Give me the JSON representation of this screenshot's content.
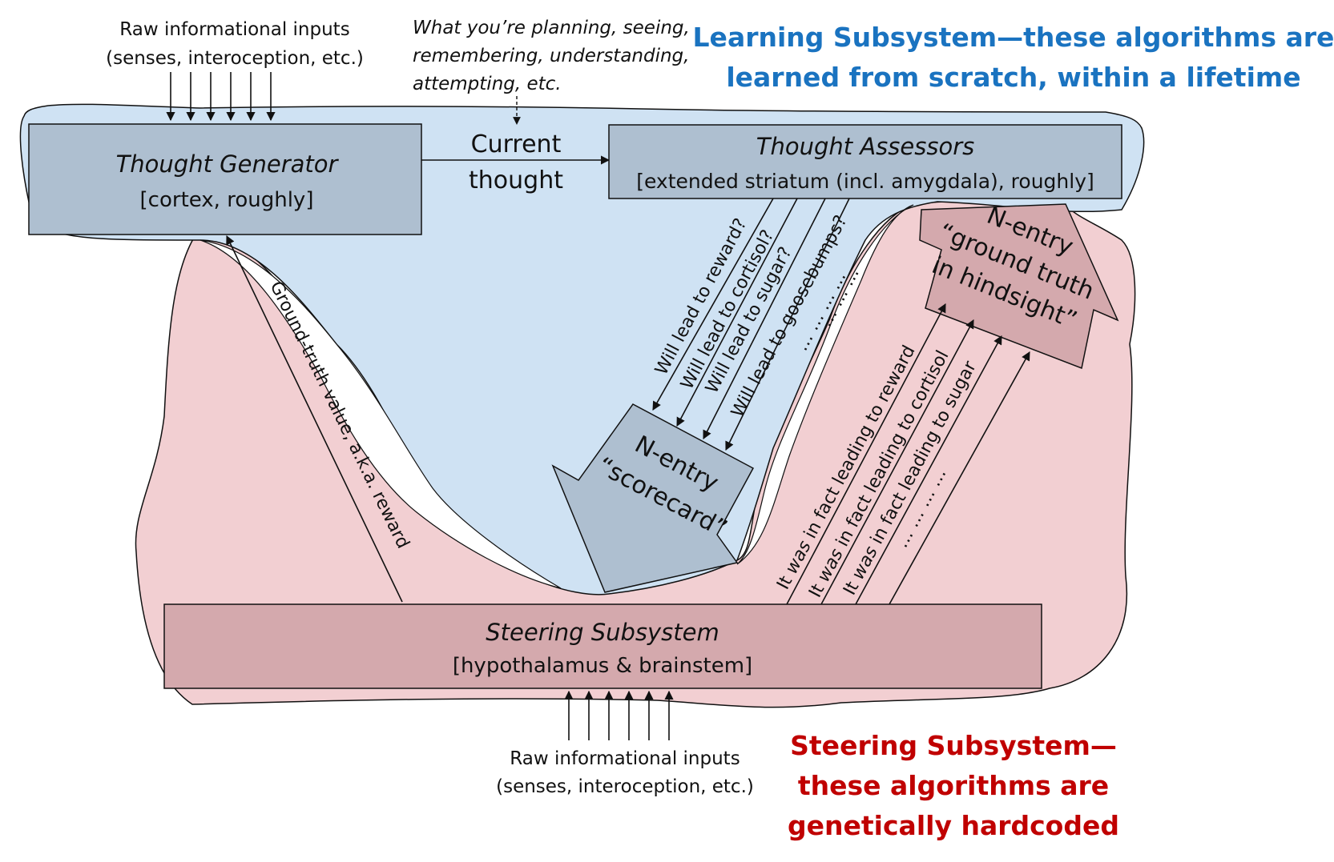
{
  "learning_caption": {
    "line1": "Learning Subsystem—these algorithms are",
    "line2": "learned from scratch, within a lifetime"
  },
  "steering_caption": {
    "line1": "Steering Subsystem—",
    "line2": "these algorithms are",
    "line3": "genetically hardcoded"
  },
  "top_inputs": {
    "line1": "Raw informational inputs",
    "line2": "(senses, interoception, etc.)"
  },
  "bottom_inputs": {
    "line1": "Raw informational inputs",
    "line2": "(senses, interoception, etc.)"
  },
  "context_note": {
    "line1": "What you’re planning, seeing,",
    "line2": "remembering, understanding,",
    "line3": "attempting, etc."
  },
  "thought_generator": {
    "title": "Thought Generator",
    "subtitle": "[cortex, roughly]"
  },
  "current_thought": {
    "line1": "Current",
    "line2": "thought"
  },
  "thought_assessors": {
    "title": "Thought Assessors",
    "subtitle": "[extended striatum (incl. amygdala), roughly]"
  },
  "assessor_outputs": [
    "Will lead to reward?",
    "Will lead to cortisol?",
    "Will lead to sugar?",
    "Will lead to goosebumps?",
    "…   …   …   …",
    "…   …   …"
  ],
  "scorecard": {
    "line1": "N-entry",
    "line2": "“scorecard”"
  },
  "ground_truth": {
    "line1": "N-entry",
    "line2": "“ground truth",
    "line3": "in hindsight”"
  },
  "reward_arrow_label": "Ground-truth value, a.k.a. reward",
  "steering_outputs": [
    {
      "prefix": "It ",
      "emph": "was",
      "suffix": " in fact leading to reward"
    },
    {
      "prefix": "It ",
      "emph": "was",
      "suffix": " in fact leading to cortisol"
    },
    {
      "prefix": "It ",
      "emph": "was",
      "suffix": " in fact leading to sugar"
    },
    {
      "prefix": "",
      "emph": "",
      "suffix": "…   …   …   …"
    }
  ],
  "steering_subsystem": {
    "title": "Steering Subsystem",
    "subtitle": "[hypothalamus & brainstem]"
  },
  "colors": {
    "blue_region": "#cfe2f3",
    "red_region": "#f2cfd2",
    "blue_box": "#aebfd0",
    "red_box": "#d4a9ad",
    "blue_caption": "#1a73c0",
    "red_caption": "#c00000"
  }
}
